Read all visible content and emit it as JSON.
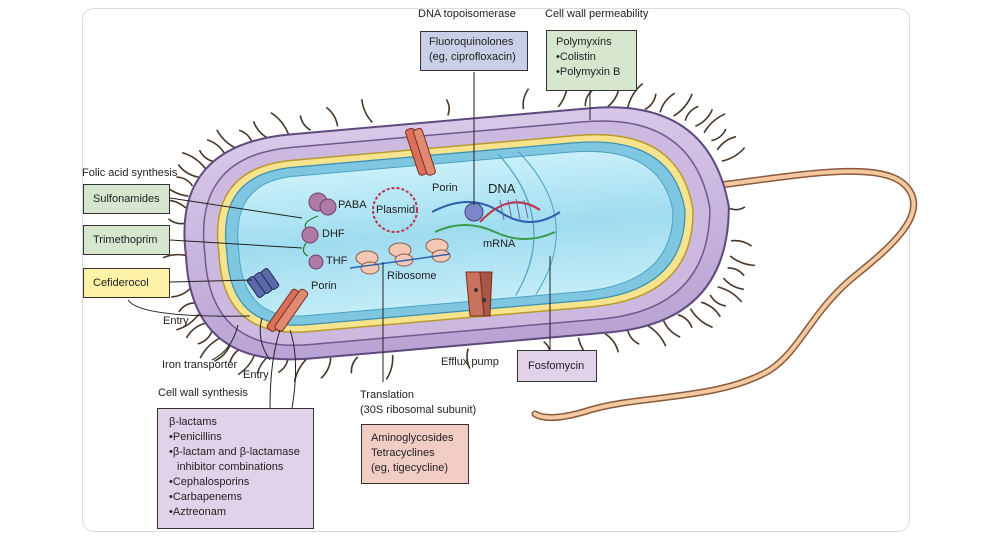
{
  "labels": {
    "dna_topoisomerase": "DNA topoisomerase",
    "cell_wall_permeability": "Cell wall permeability",
    "folic_acid_synthesis": "Folic acid synthesis",
    "entry_1": "Entry",
    "entry_2": "Entry",
    "iron_transporter": "Iron transporter",
    "cell_wall_synthesis": "Cell wall synthesis",
    "translation_line1": "Translation",
    "translation_line2": "(30S ribosomal subunit)",
    "efflux_pump": "Efflux pump"
  },
  "cell_labels": {
    "porin_top": "Porin",
    "porin_bottom": "Porin",
    "dna": "DNA",
    "mrna": "mRNA",
    "plasmid": "Plasmid",
    "paba": "PABA",
    "dhf": "DHF",
    "thf": "THF",
    "ribosome": "Ribosome"
  },
  "boxes": {
    "fluoroquinolones": {
      "line1": "Fluoroquinolones",
      "line2": "(eg, ciprofloxacin)"
    },
    "polymyxins": {
      "title": "Polymyxins",
      "items": [
        "Colistin",
        "Polymyxin B"
      ]
    },
    "sulfonamides": "Sulfonamides",
    "trimethoprim": "Trimethoprim",
    "cefiderocol": "Cefiderocol",
    "fosfomycin": "Fosfomycin",
    "beta_lactams": {
      "title": "β-lactams",
      "items": [
        "Penicillins",
        "β-lactam and β-lactamase",
        "inhibitor combinations",
        "Cephalosporins",
        "Carbapenems",
        "Aztreonam"
      ]
    },
    "aminoglycosides": {
      "line1": "Aminoglycosides",
      "line2": "Tetracyclines",
      "line3": "(eg, tigecycline)"
    }
  },
  "colors": {
    "outer_membrane": "#c7b3dc",
    "outer_membrane_edge": "#6e5a8c",
    "wall": "#f3e08a",
    "cytoplasm": "#aee6f5",
    "porin": "#d9705a",
    "ribosome": "#f3c9b6",
    "paba": "#b07aa6",
    "flagellum": "#e6b48a",
    "pili": "#5a4230"
  }
}
